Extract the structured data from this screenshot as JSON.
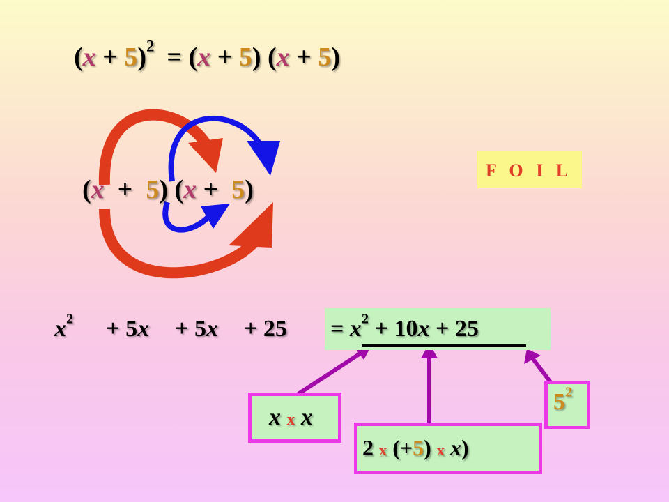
{
  "header_equation": {
    "open": "(",
    "x": "x",
    "plus": "+",
    "five": "5",
    "close": ")",
    "exp": "2",
    "eq": "=",
    "f1_open": "(",
    "f1_x": "x",
    "f1_plus": "+",
    "f1_five": "5",
    "f1_close": ")",
    "f2_open": "(",
    "f2_x": "x",
    "f2_plus": "+",
    "f2_five": "5",
    "f2_close": ")"
  },
  "foil_label": "F O I L",
  "foil_expression": {
    "f1_open": "(",
    "f1_x": "x",
    "f1_plus": "+",
    "f1_five": "5",
    "f1_close": ")",
    "f2_open": "(",
    "f2_x": "x",
    "f2_plus": "+",
    "f2_five": "5",
    "f2_close": ")"
  },
  "expanded": {
    "t1_base": "x",
    "t1_exp": "2",
    "t2": "+ 5",
    "t2_var": "x",
    "t3": "+ 5",
    "t3_var": "x",
    "t4": "+ 25"
  },
  "result": {
    "eq": "=",
    "base": "x",
    "exp": "2",
    "mid": " + 10",
    "mid_var": "x",
    "end": " + 25"
  },
  "annotations": {
    "x_times_x": {
      "a": "x",
      "op": "x",
      "b": "x"
    },
    "two_times": {
      "two": "2",
      "op1": "x",
      "open": "(+",
      "five": "5",
      "close": ")",
      "op2": "x",
      "var": "x",
      "end": ")"
    },
    "five_squared": {
      "base": "5",
      "exp": "2"
    }
  },
  "colors": {
    "variable": "#b23a6a",
    "constant": "#cc8a1f",
    "multiply_sign": "#e0402a",
    "arrow_red": "#e03a1c",
    "arrow_blue": "#1414e6",
    "pointer_purple": "#a10aa8",
    "box_border": "#ec38e6",
    "box_fill": "#c6f2c0",
    "foil_fill": "#fcf78a"
  }
}
